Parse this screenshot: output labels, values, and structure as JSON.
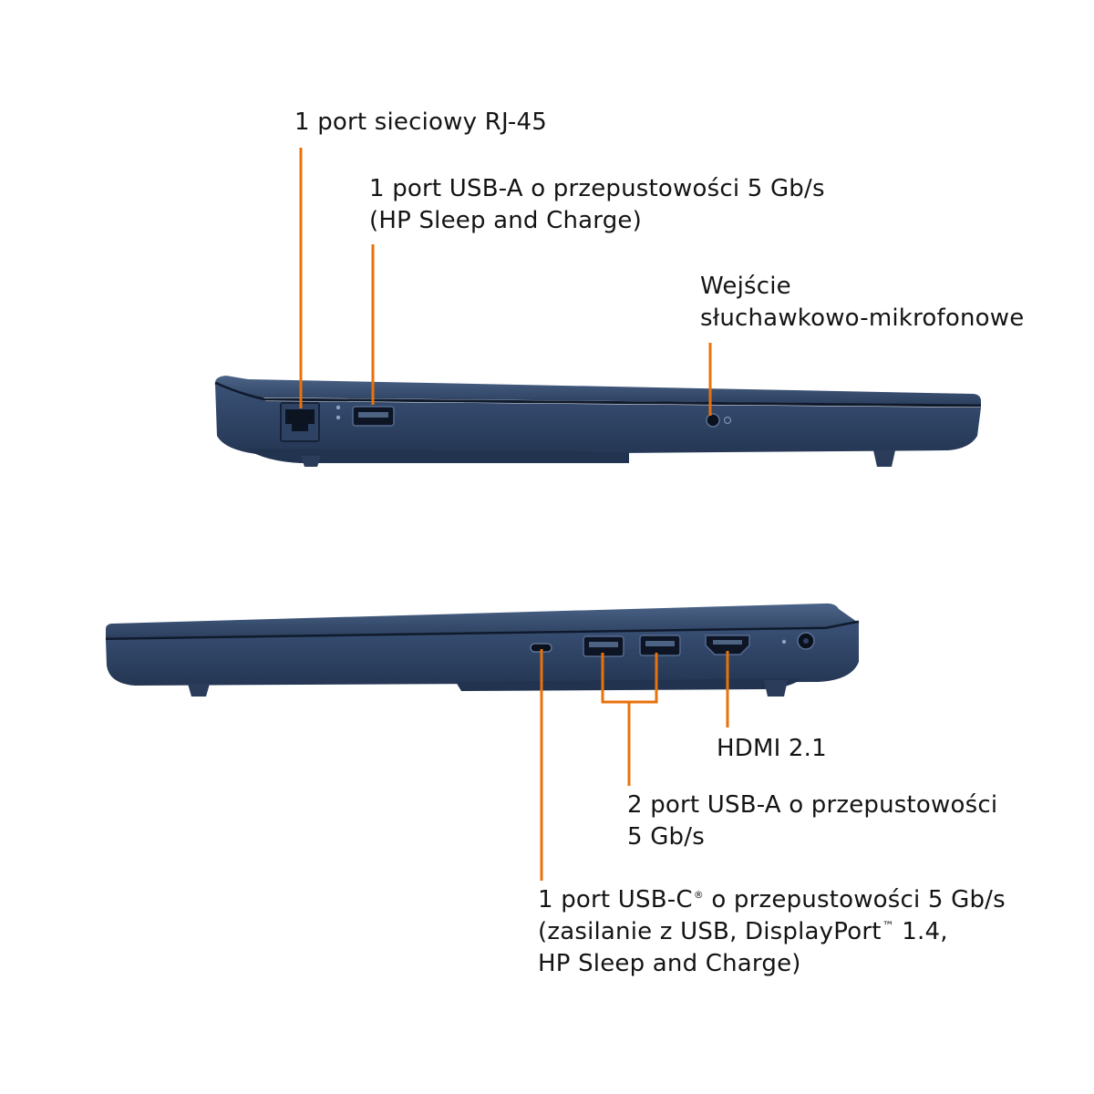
{
  "colors": {
    "callout_line": "#e8720c",
    "chassis": "#34496a",
    "chassis_dark": "#1e2c45",
    "text": "#141414",
    "background": "#ffffff"
  },
  "top_view": {
    "rj45": {
      "label": "1 port sieciowy RJ-45"
    },
    "usb_a": {
      "line1": "1 port USB-A o przepustowości 5 Gb/s",
      "line2": "(HP Sleep and Charge)"
    },
    "audio": {
      "line1": "Wejście",
      "line2": "słuchawkowo-mikrofonowe"
    }
  },
  "bottom_view": {
    "hdmi": {
      "label": "HDMI 2.1"
    },
    "usb_a_pair": {
      "line1": "2 port USB-A o przepustowości",
      "line2": "5 Gb/s"
    },
    "usb_c": {
      "line1_a": "1 port USB-C",
      "line1_sup": "®",
      "line1_b": " o przepustowości 5 Gb/s",
      "line2_a": "(zasilanie z USB, DisplayPort",
      "line2_tm": "™",
      "line2_b": " 1.4,",
      "line3": "HP Sleep and Charge)"
    }
  },
  "icons": [
    "ethernet-port-icon",
    "usb-a-port-icon",
    "usb-c-port-icon",
    "hdmi-port-icon",
    "audio-jack-icon",
    "led-indicator-icon"
  ]
}
